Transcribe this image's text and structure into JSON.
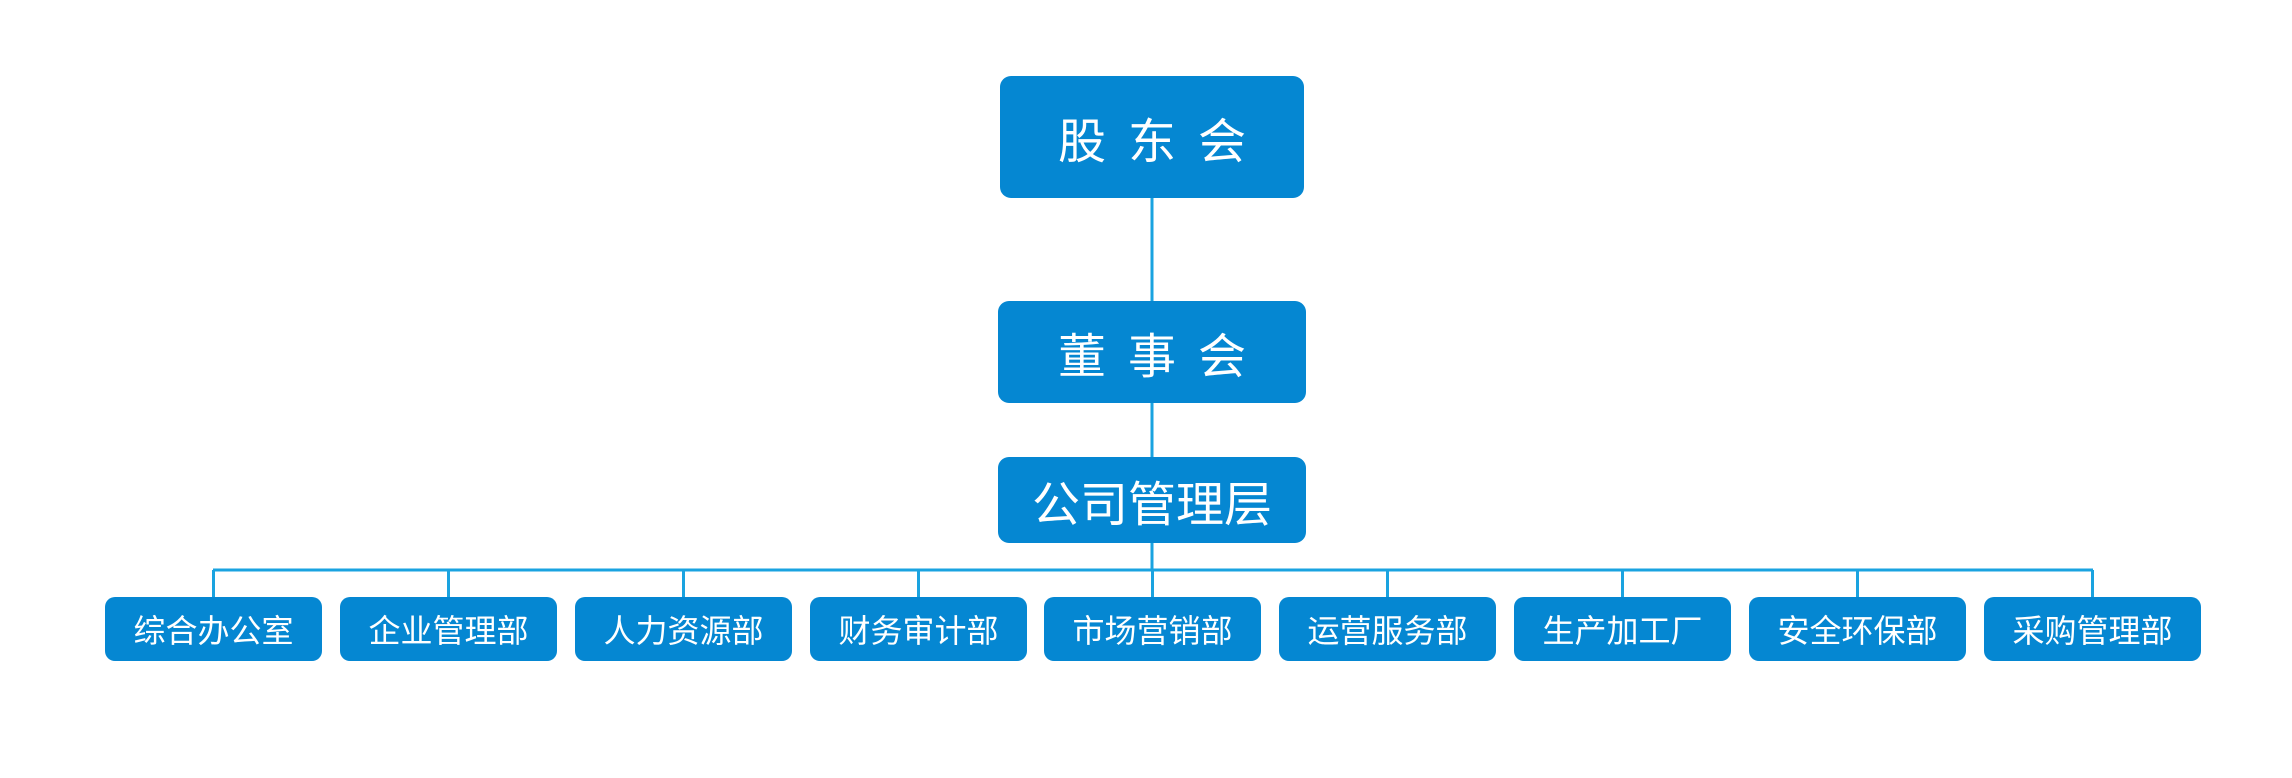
{
  "colors": {
    "node_fill": "#0587d2",
    "node_text": "#ffffff",
    "connector": "#1aa3e0",
    "background": "#ffffff"
  },
  "org": {
    "level1": "股东会",
    "level2": "董事会",
    "level3": "公司管理层",
    "departments": [
      "综合办公室",
      "企业管理部",
      "人力资源部",
      "财务审计部",
      "市场营销部",
      "运营服务部",
      "生产加工厂",
      "安全环保部",
      "采购管理部"
    ]
  }
}
